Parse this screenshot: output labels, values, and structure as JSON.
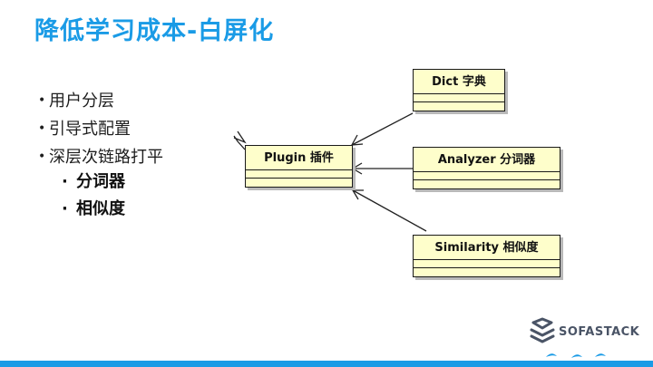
{
  "slide": {
    "title": "降低学习成本-白屏化",
    "bullets": [
      "用户分层",
      "引导式配置",
      "深层次链路打平"
    ],
    "sub_bullets": [
      "分词器",
      "相似度"
    ]
  },
  "diagram": {
    "classes": {
      "plugin": "Plugin 插件",
      "dict": "Dict 字典",
      "analyzer": "Analyzer 分词器",
      "similarity": "Similarity 相似度"
    }
  },
  "branding": {
    "logo_text": "SOFASTACK",
    "logo_icon": "sofastack-logo-icon",
    "accent_color": "#1a9be6",
    "class_fill_color": "#fefecb"
  }
}
